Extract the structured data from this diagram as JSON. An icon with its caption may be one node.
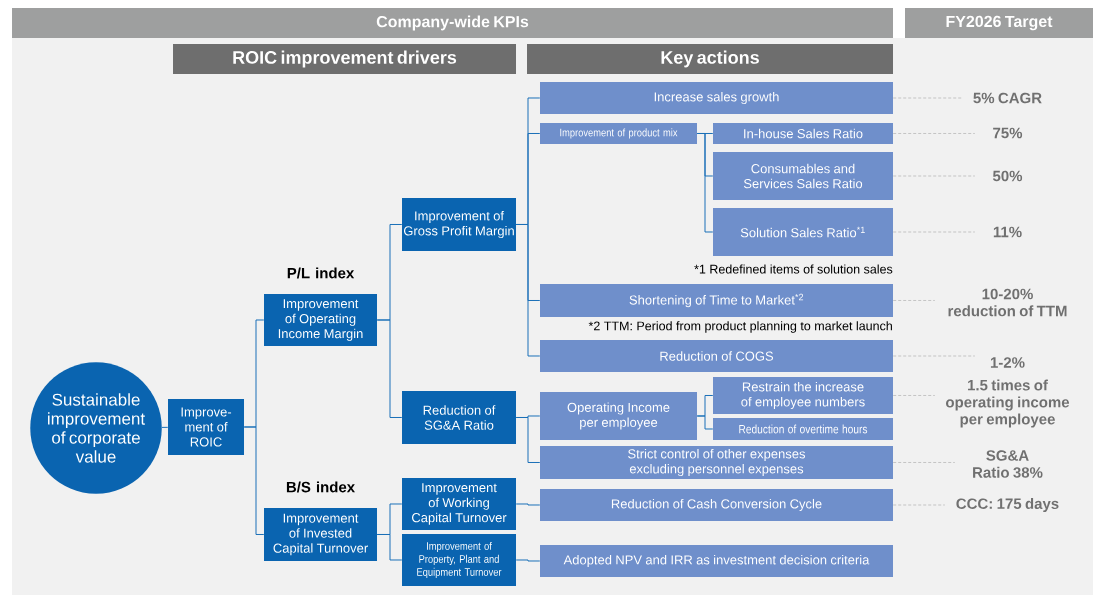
{
  "diagram": {
    "nodes": [
      {
        "text": [
          "Company-wide KPIs"
        ]
      },
      {
        "text": [
          "FY2026 Target"
        ]
      },
      {
        "text": [
          "ROIC improvement drivers"
        ]
      },
      {
        "text": [
          "Key actions"
        ]
      },
      {
        "text": [
          "Sustainable improvement of corporate value"
        ]
      },
      {
        "text": [
          "Improve- ment of ROIC"
        ]
      },
      {
        "text": [
          "P/L index",
          "Improvement of Operating Income Margin"
        ]
      },
      {
        "text": [
          "B/S index",
          "Improvement of Invested Capital Turnover"
        ]
      },
      {
        "text": [
          "Improvement of Gross Profit Margin"
        ]
      },
      {
        "text": [
          "Reduction of SG&A Ratio"
        ]
      },
      {
        "text": [
          "Improvement of Working Capital Turnover"
        ]
      },
      {
        "text": [
          "Improvement of Property, Plant and Equipment Turnover"
        ]
      },
      {
        "text": [
          "Increase sales growth"
        ]
      },
      {
        "text": [
          "Improvement of product mix"
        ]
      },
      {
        "text": [
          "In-house Sales Ratio"
        ]
      },
      {
        "text": [
          "Consumables and Services Sales Ratio"
        ]
      },
      {
        "text": [
          "Solution Sales Ratio$^{*1}$"
        ]
      },
      {
        "text": [
          "Shortening of Time to Market$^{*2}$"
        ]
      },
      {
        "text": [
          "Reduction of COGS"
        ]
      },
      {
        "text": [
          "Operating Income per employee"
        ]
      },
      {
        "text": [
          "Restrain the increase of employee numbers"
        ]
      },
      {
        "text": [
          "Reduction of overtime hours"
        ]
      },
      {
        "text": [
          "Strict control of other expenses excluding personnel expenses"
        ]
      },
      {
        "text": [
          "Reduction of Cash Conversion Cycle"
        ]
      },
      {
        "text": [
          "Adopted NPV and IRR as investment decision criteria"
        ]
      },
      {
        "text": [
          "5% CAGR"
        ]
      },
      {
        "text": [
          "75%"
        ]
      },
      {
        "text": [
          "50%"
        ]
      },
      {
        "text": [
          "11%"
        ]
      },
      {
        "text": [
          "10-20% reduction of TTM"
        ]
      },
      {
        "text": [
          "1-2%"
        ]
      },
      {
        "text": [
          "1.5 times of operating income per employee"
        ]
      },
      {
        "text": [
          "SG&A Ratio 38%"
        ]
      },
      {
        "text": [
          "CCC: 175 days"
        ]
      }
    ],
    "edges": [
      {
        "from": 4,
        "to": 5,
        "arrow": "none"
      },
      {
        "from": 5,
        "to": 6,
        "arrow": "none"
      },
      {
        "from": 5,
        "to": 7,
        "arrow": "none"
      },
      {
        "from": 6,
        "to": 8,
        "arrow": "none"
      },
      {
        "from": 6,
        "to": 9,
        "arrow": "none"
      },
      {
        "from": 7,
        "to": 10,
        "arrow": "none"
      },
      {
        "from": 7,
        "to": 11,
        "arrow": "none"
      },
      {
        "from": 8,
        "to": 12,
        "arrow": "none"
      },
      {
        "from": 8,
        "to": 13,
        "arrow": "none"
      },
      {
        "from": 8,
        "to": 17,
        "arrow": "none"
      },
      {
        "from": 8,
        "to": 18,
        "arrow": "none"
      },
      {
        "from": 13,
        "to": 14,
        "arrow": "none"
      },
      {
        "from": 13,
        "to": 15,
        "arrow": "none"
      },
      {
        "from": 13,
        "to": 16,
        "arrow": "none"
      },
      {
        "from": 9,
        "to": 19,
        "arrow": "none"
      },
      {
        "from": 9,
        "to": 22,
        "arrow": "none"
      },
      {
        "from": 19,
        "to": 20,
        "arrow": "none"
      },
      {
        "from": 19,
        "to": 21,
        "arrow": "none"
      },
      {
        "from": 10,
        "to": 23,
        "arrow": "none"
      },
      {
        "from": 11,
        "to": 24,
        "arrow": "none"
      },
      {
        "from": 12,
        "to": 25,
        "arrow": "none",
        "style": "dashed",
        "color": "#808080"
      },
      {
        "from": 14,
        "to": 26,
        "arrow": "none",
        "style": "dashed",
        "color": "#808080"
      },
      {
        "from": 15,
        "to": 27,
        "arrow": "none",
        "style": "dashed",
        "color": "#808080"
      },
      {
        "from": 16,
        "to": 28,
        "arrow": "none",
        "style": "dashed",
        "color": "#808080"
      },
      {
        "from": 17,
        "to": 29,
        "arrow": "none",
        "style": "dashed",
        "color": "#808080"
      },
      {
        "from": 18,
        "to": 30,
        "arrow": "none",
        "style": "dashed",
        "color": "#808080"
      },
      {
        "from": 20,
        "to": 31,
        "arrow": "none",
        "style": "dashed",
        "color": "#808080"
      },
      {
        "from": 22,
        "to": 32,
        "arrow": "none",
        "style": "dashed",
        "color": "#808080"
      },
      {
        "from": 23,
        "to": 33,
        "arrow": "none",
        "style": "dashed",
        "color": "#808080"
      }
    ],
    "labels": [
      "*1 Redefined items of solution sales",
      "*2 TTM: Period from product planning to market launch"
    ]
  }
}
